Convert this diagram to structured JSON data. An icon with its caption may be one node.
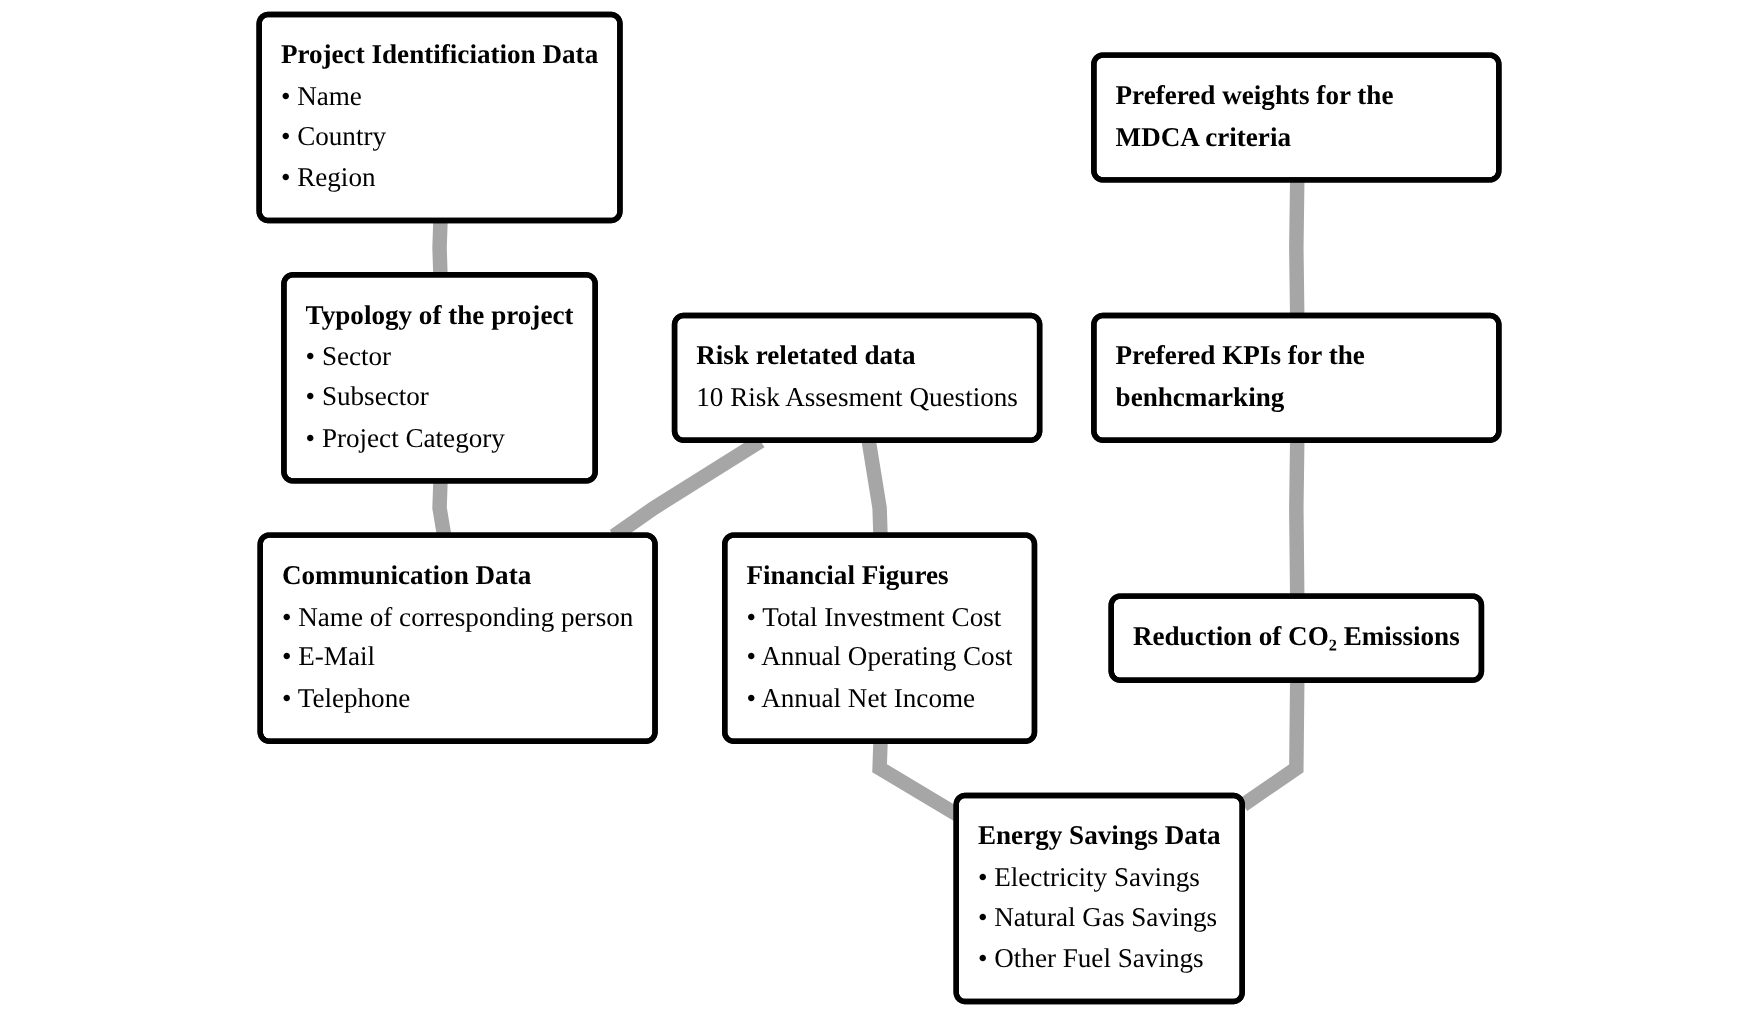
{
  "diagram": {
    "nodes": [
      {
        "text": [
          "Project Identificiation Data",
          "• Name",
          "• Country",
          "• Region"
        ]
      },
      {
        "text": [
          "Typology of the project",
          "• Sector",
          "• Subsector",
          "• Project Category"
        ]
      },
      {
        "text": [
          "Communication Data",
          "• Name of corresponding person",
          "• E-Mail",
          "• Telephone"
        ]
      },
      {
        "text": [
          "Risk reletated data",
          "10 Risk Assesment Questions"
        ]
      },
      {
        "text": [
          "Financial Figures",
          "• Total Investment Cost",
          "• Annual Operating Cost",
          "• Annual Net Income"
        ]
      },
      {
        "text": [
          "Energy Savings Data",
          "• Electricity Savings",
          "• Natural Gas Savings",
          "• Other Fuel Savings"
        ]
      },
      {
        "text": [
          "Reduction of CO₂ Emissions"
        ]
      },
      {
        "text": [
          "Prefered KPIs for the benhcmarking"
        ]
      },
      {
        "text": [
          "Prefered weights for the MDCA criteria"
        ]
      }
    ],
    "edges": [
      {
        "from": 0,
        "to": 1,
        "arrow": "none"
      },
      {
        "from": 1,
        "to": 2,
        "arrow": "none"
      },
      {
        "from": 2,
        "to": 3,
        "arrow": "none"
      },
      {
        "from": 3,
        "to": 4,
        "arrow": "none"
      },
      {
        "from": 4,
        "to": 5,
        "arrow": "none"
      },
      {
        "from": 5,
        "to": 6,
        "arrow": "none"
      },
      {
        "from": 6,
        "to": 7,
        "arrow": "none"
      },
      {
        "from": 7,
        "to": 8,
        "arrow": "none"
      }
    ]
  }
}
